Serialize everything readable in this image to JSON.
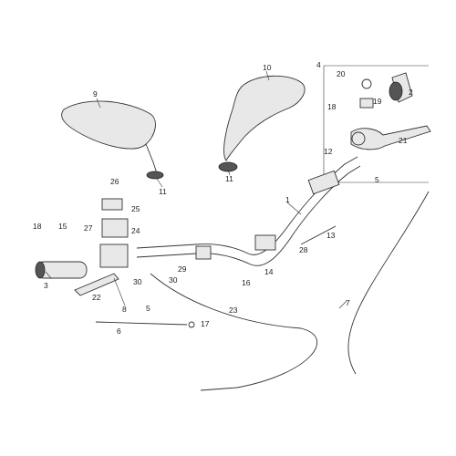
{
  "diagram": {
    "callouts": [
      {
        "id": "1",
        "text": "1"
      },
      {
        "id": "2",
        "text": "2"
      },
      {
        "id": "3",
        "text": "3"
      },
      {
        "id": "4",
        "text": "4"
      },
      {
        "id": "5a",
        "text": "5"
      },
      {
        "id": "5b",
        "text": "5"
      },
      {
        "id": "6",
        "text": "6"
      },
      {
        "id": "7",
        "text": "7"
      },
      {
        "id": "8",
        "text": "8"
      },
      {
        "id": "9",
        "text": "9"
      },
      {
        "id": "10",
        "text": "10"
      },
      {
        "id": "11a",
        "text": "11"
      },
      {
        "id": "11b",
        "text": "11"
      },
      {
        "id": "12",
        "text": "12"
      },
      {
        "id": "13",
        "text": "13"
      },
      {
        "id": "14",
        "text": "14"
      },
      {
        "id": "15",
        "text": "15"
      },
      {
        "id": "16",
        "text": "16"
      },
      {
        "id": "17",
        "text": "17"
      },
      {
        "id": "18a",
        "text": "18"
      },
      {
        "id": "18b",
        "text": "18"
      },
      {
        "id": "19",
        "text": "19"
      },
      {
        "id": "20",
        "text": "20"
      },
      {
        "id": "21",
        "text": "21"
      },
      {
        "id": "22",
        "text": "22"
      },
      {
        "id": "23",
        "text": "23"
      },
      {
        "id": "24",
        "text": "24"
      },
      {
        "id": "25",
        "text": "25"
      },
      {
        "id": "26",
        "text": "26"
      },
      {
        "id": "27",
        "text": "27"
      },
      {
        "id": "28",
        "text": "28"
      },
      {
        "id": "29",
        "text": "29"
      },
      {
        "id": "30a",
        "text": "30"
      },
      {
        "id": "30b",
        "text": "30"
      }
    ]
  }
}
